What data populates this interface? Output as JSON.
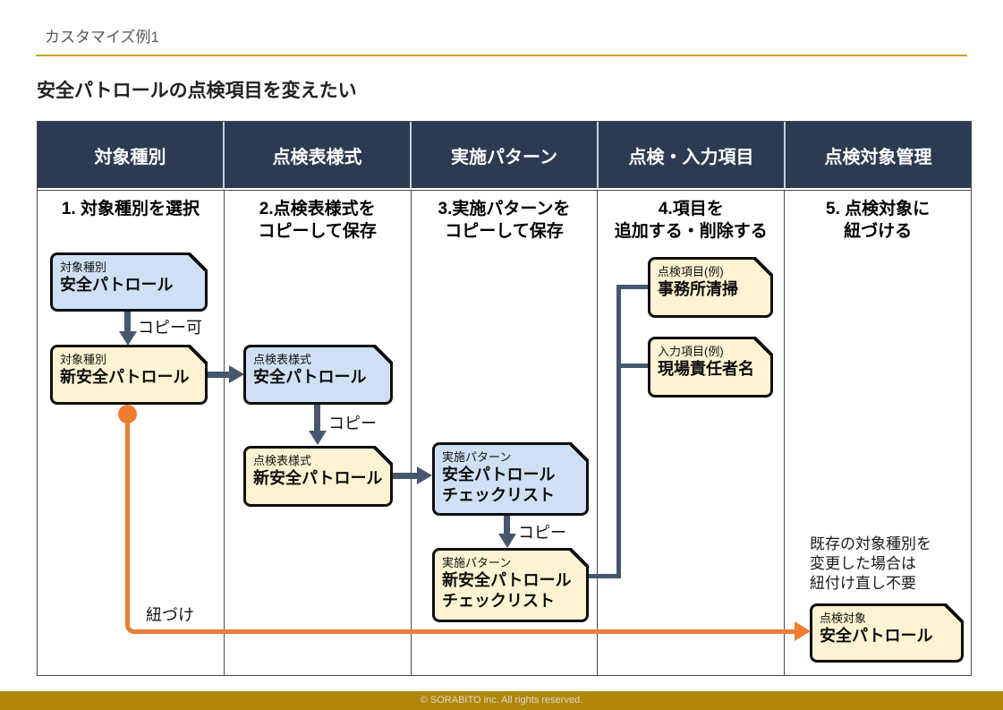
{
  "header": {
    "eyebrow": "カスタマイズ例1",
    "title": "安全パトロールの点検項目を変えたい"
  },
  "table": {
    "columns": [
      {
        "header": "対象種別",
        "step_line1": "1. 対象種別を選択",
        "step_line2": ""
      },
      {
        "header": "点検表様式",
        "step_line1": "2.点検表様式を",
        "step_line2": "コピーして保存"
      },
      {
        "header": "実施パターン",
        "step_line1": "3.実施パターンを",
        "step_line2": "コピーして保存"
      },
      {
        "header": "点検・入力項目",
        "step_line1": "4.項目を",
        "step_line2": "追加する・削除する"
      },
      {
        "header": "点検対象管理",
        "step_line1": "5. 点検対象に",
        "step_line2": "紐づける"
      }
    ]
  },
  "boxes": {
    "target_type_src": {
      "label": "対象種別",
      "title": "安全パトロール"
    },
    "target_type_new": {
      "label": "対象種別",
      "title": "新安全パトロール"
    },
    "sheet_src": {
      "label": "点検表様式",
      "title": "安全パトロール"
    },
    "sheet_new": {
      "label": "点検表様式",
      "title": "新安全パトロール"
    },
    "pattern_src": {
      "label": "実施パターン",
      "title": "安全パトロール",
      "title2": "チェックリスト"
    },
    "pattern_new": {
      "label": "実施パターン",
      "title": "新安全パトロール",
      "title2": "チェックリスト"
    },
    "item_check": {
      "label": "点検項目(例)",
      "title": "事務所清掃"
    },
    "item_input": {
      "label": "入力項目(例)",
      "title": "現場責任者名"
    },
    "target_obj": {
      "label": "点検対象",
      "title": "安全パトロール"
    }
  },
  "arrows": {
    "copy_ok_label": "コピー可",
    "copy_label_1": "コピー",
    "copy_label_2": "コピー",
    "link_label": "紐づけ"
  },
  "note": {
    "line1": "既存の対象種別を",
    "line2": "変更した場合は",
    "line3": "紐付け直し不要"
  },
  "footer": {
    "copyright": "© SORABITO inc. All rights reserved."
  },
  "colors": {
    "navy": "#2c3b52",
    "blue_fill": "#cfe0f5",
    "yellow_fill": "#fdf3d2",
    "slate": "#47586e",
    "orange": "#ed7d31",
    "gold_line": "#c9a227",
    "footer_gold": "#b1870b"
  }
}
